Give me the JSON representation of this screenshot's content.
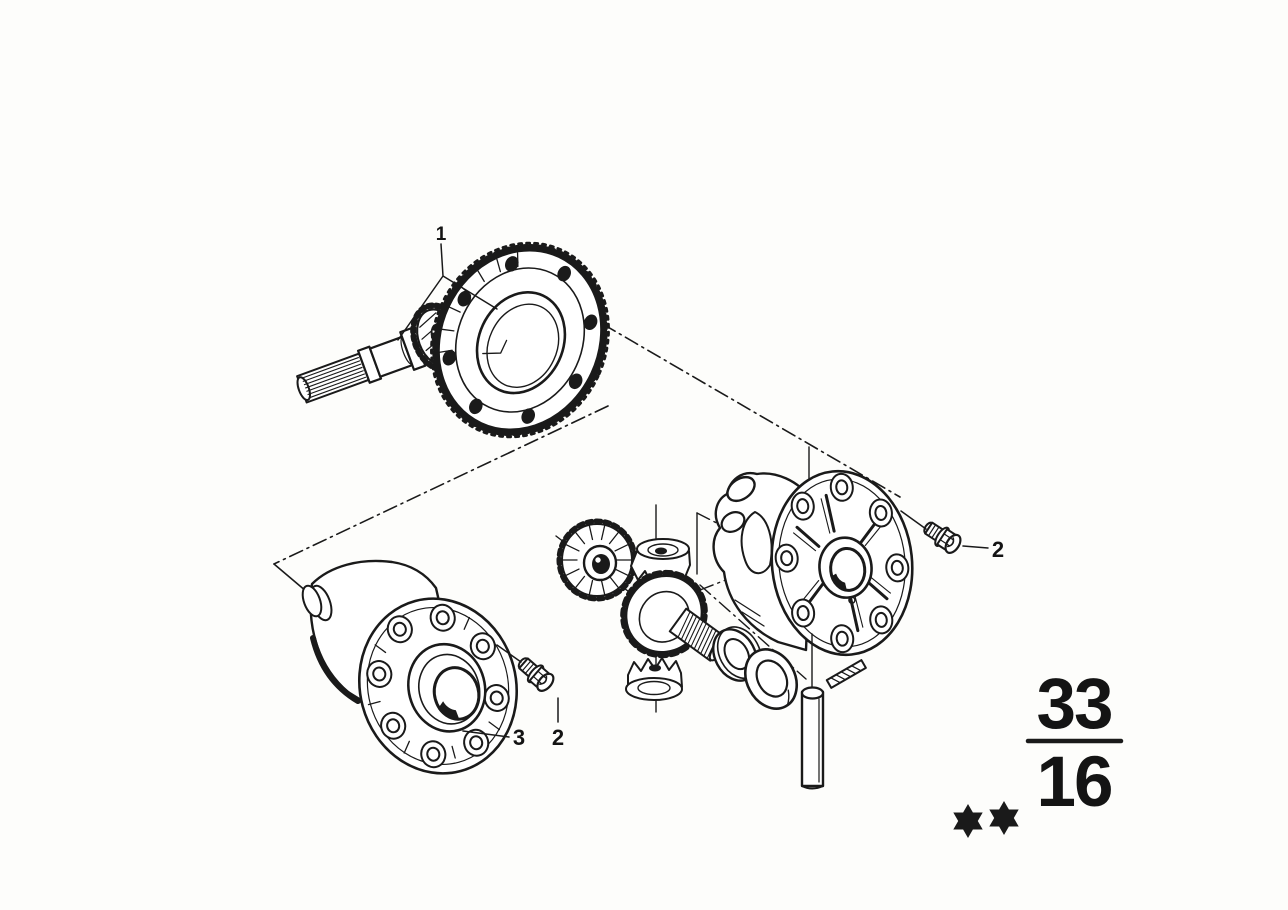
{
  "colors": {
    "ink": "#1a1a1a",
    "paper": "#fdfdfb"
  },
  "diagram": {
    "callouts": {
      "crown_wheel_set": "1",
      "bolt_right": "2",
      "case_flange": "3",
      "bolt_left": "2"
    },
    "page_reference": {
      "numerator": "33",
      "denominator": "16"
    },
    "variant_stars": {
      "count": 2,
      "symbol": "six-pointed-star"
    }
  }
}
